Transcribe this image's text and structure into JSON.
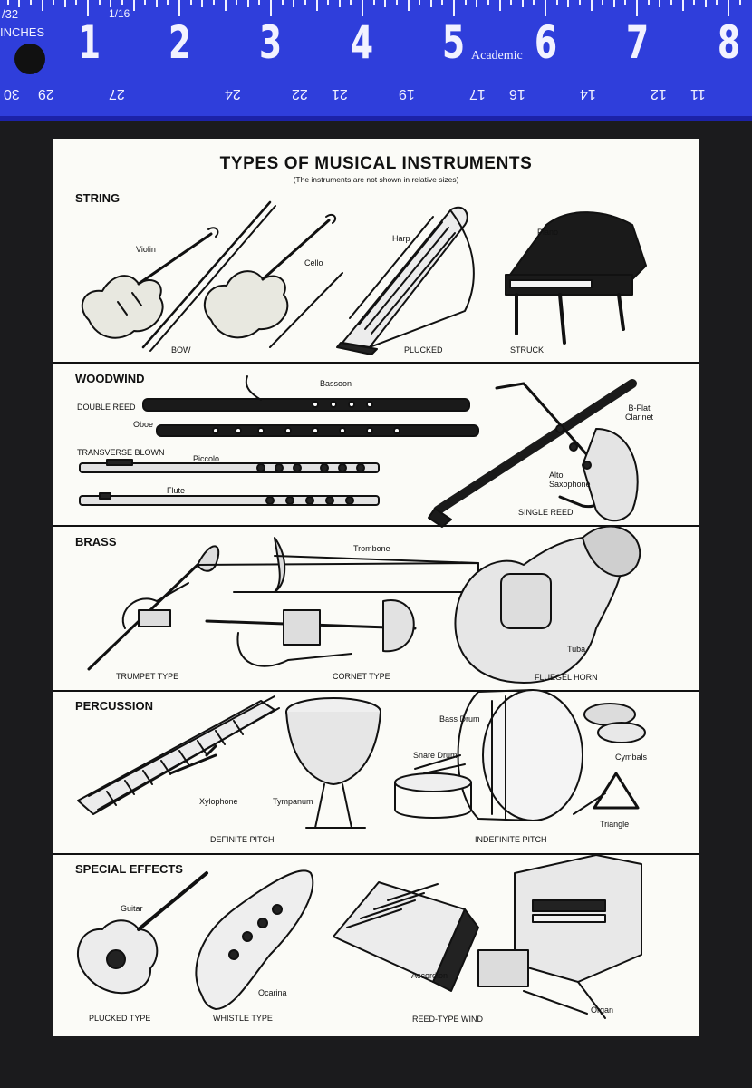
{
  "ruler": {
    "units_label": "INCHES",
    "fraction_top": "/32",
    "fraction_mid": "1/16",
    "brand": "Academic",
    "inch_numbers": [
      "1",
      "2",
      "3",
      "4",
      "5",
      "6",
      "7",
      "8"
    ],
    "cm_numbers": [
      "30",
      "29",
      "27",
      "24",
      "22",
      "21",
      "19",
      "17",
      "16",
      "14",
      "12",
      "11"
    ]
  },
  "page": {
    "title": "TYPES OF MUSICAL INSTRUMENTS",
    "subtitle": "(The instruments are not shown in relative sizes)",
    "sections": {
      "string": {
        "heading": "STRING",
        "labels": {
          "violin": "Violin",
          "cello": "Cello",
          "harp": "Harp",
          "piano": "Piano"
        },
        "captions": {
          "bow": "BOW",
          "plucked": "PLUCKED",
          "struck": "STRUCK"
        }
      },
      "woodwind": {
        "heading": "WOODWIND",
        "labels": {
          "bassoon": "Bassoon",
          "oboe": "Oboe",
          "piccolo": "Piccolo",
          "flute": "Flute",
          "clarinet": "B-Flat\nClarinet",
          "saxophone": "Alto\nSaxophone"
        },
        "captions": {
          "double_reed": "DOUBLE REED",
          "transverse_blown": "TRANSVERSE BLOWN",
          "single_reed": "SINGLE REED"
        }
      },
      "brass": {
        "heading": "BRASS",
        "labels": {
          "trombone": "Trombone",
          "tuba": "Tuba"
        },
        "captions": {
          "trumpet_type": "TRUMPET TYPE",
          "cornet_type": "CORNET TYPE",
          "fluegel_horn": "FLUEGEL HORN"
        }
      },
      "percussion": {
        "heading": "PERCUSSION",
        "labels": {
          "xylophone": "Xylophone",
          "tympanum": "Tympanum",
          "bass_drum": "Bass Drum",
          "snare_drum": "Snare Drum",
          "cymbals": "Cymbals",
          "triangle": "Triangle"
        },
        "captions": {
          "definite_pitch": "DEFINITE PITCH",
          "indefinite_pitch": "INDEFINITE PITCH"
        }
      },
      "special_effects": {
        "heading": "SPECIAL EFFECTS",
        "labels": {
          "guitar": "Guitar",
          "ocarina": "Ocarina",
          "accordion": "Accordion",
          "organ": "Organ"
        },
        "captions": {
          "plucked_type": "PLUCKED TYPE",
          "whistle_type": "WHISTLE TYPE",
          "reed_type_wind": "REED-TYPE WIND"
        }
      }
    }
  }
}
